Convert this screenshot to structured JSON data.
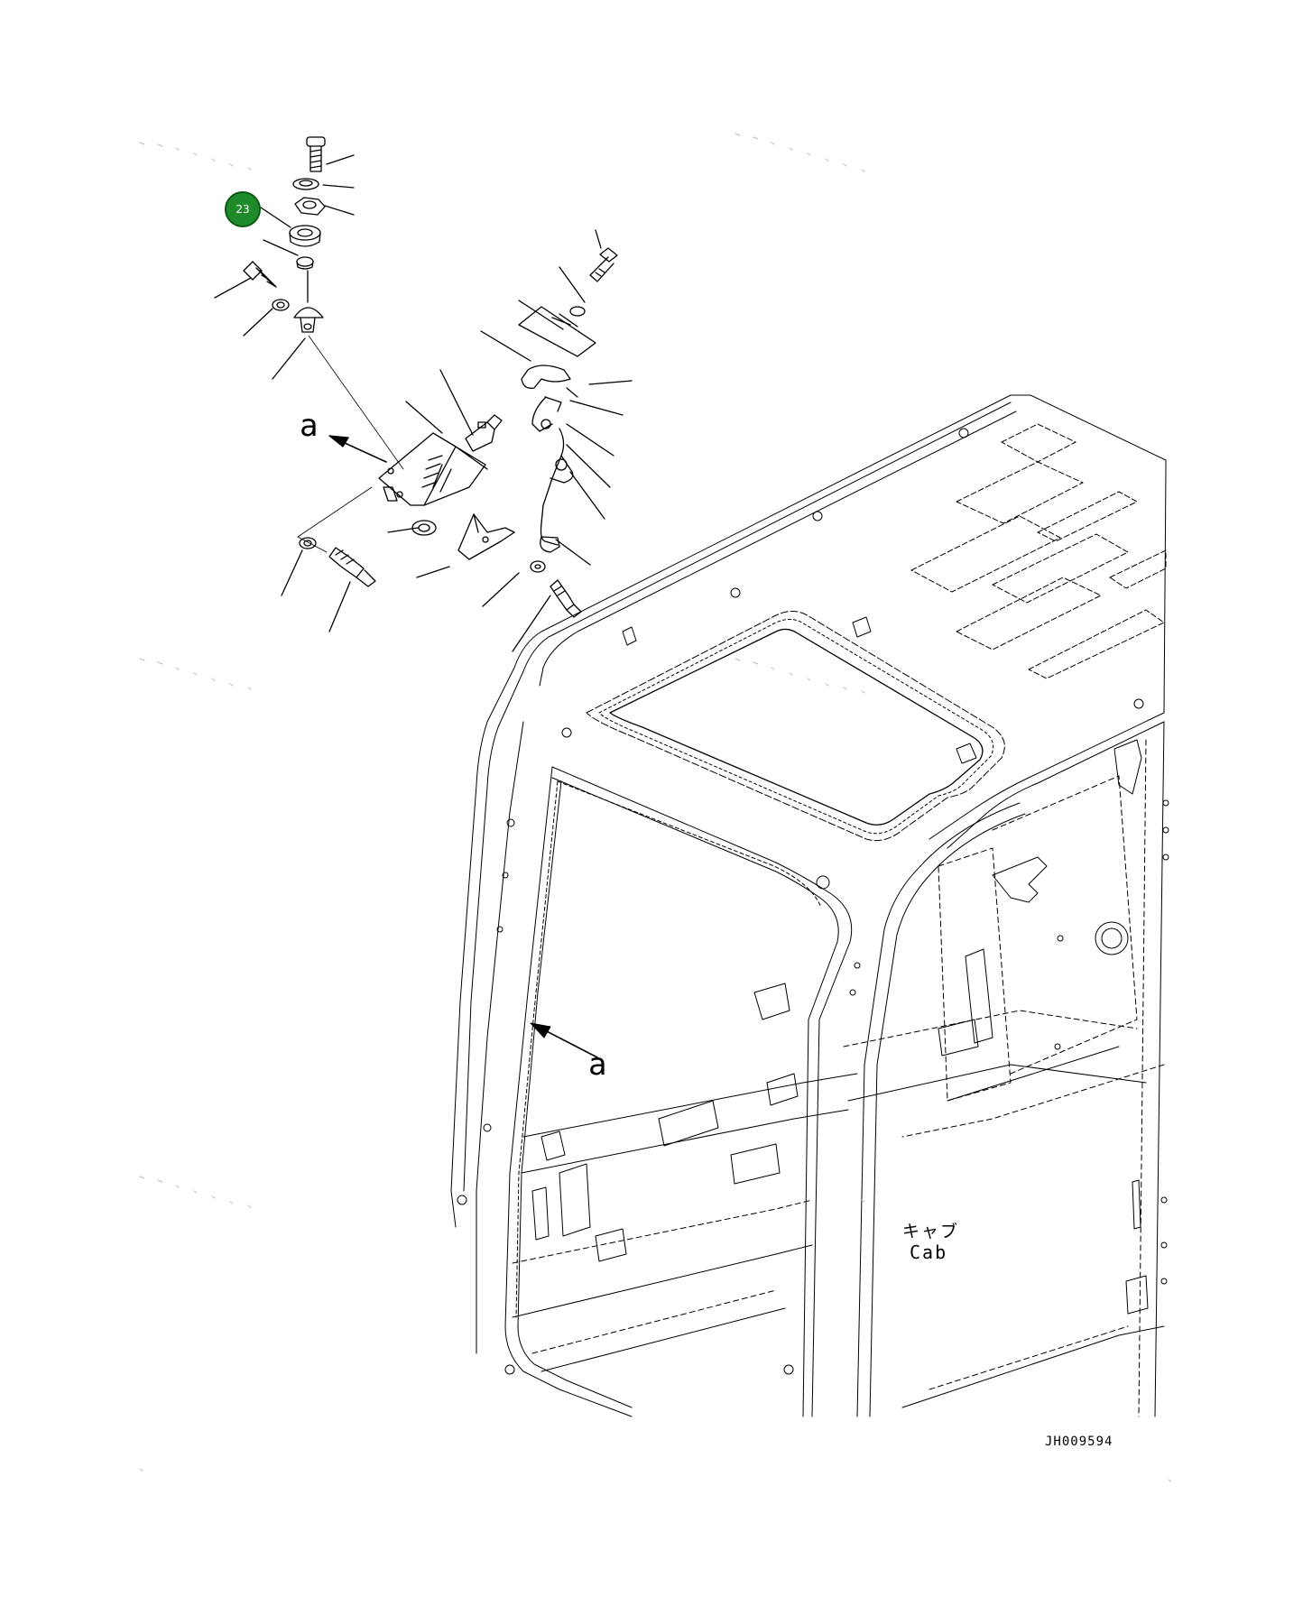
{
  "callouts": [
    {
      "number": "23",
      "color": "#1f8a2a"
    }
  ],
  "view_labels": {
    "view_a_top": "a",
    "view_a_cab": "a"
  },
  "cab_label": {
    "japanese": "キャブ",
    "english": "Cab"
  },
  "drawing_id": "JH009594"
}
